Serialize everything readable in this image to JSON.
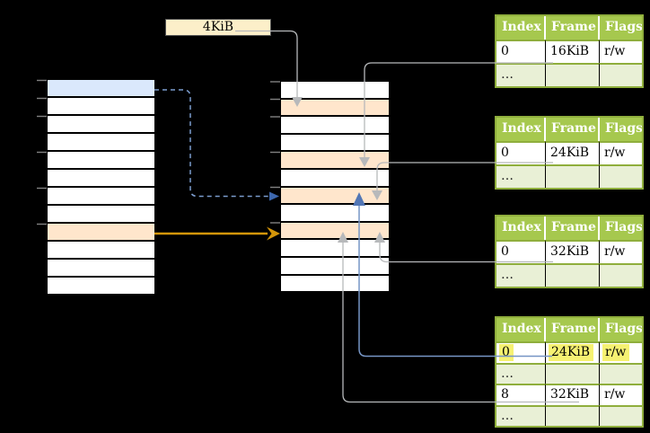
{
  "size_label": "4KiB",
  "colors": {
    "background": "#000000",
    "blue_fill": "#dae8fc",
    "orange_fill": "#ffe6cc",
    "label_fill": "#fcefc9",
    "green_header": "#a6c84e",
    "green_border": "#8fae3c",
    "green_row": "#e9f0d6",
    "highlight": "#f6f172",
    "gray_line": "#b7b9bb",
    "blue_line": "#7695c5",
    "blue_arrow": "#5276b5",
    "dashed_line": "#7b9ccd",
    "dashed_arrow": "#3d67ad",
    "orange_line": "#d4960a",
    "tick": "#808080"
  },
  "page_tables": [
    {
      "headers": [
        "Index",
        "Frame",
        "Flags"
      ],
      "rows": [
        {
          "index": "0",
          "frame": "16KiB",
          "flags": "r/w"
        },
        {
          "index": "…",
          "frame": "",
          "flags": ""
        }
      ]
    },
    {
      "headers": [
        "Index",
        "Frame",
        "Flags"
      ],
      "rows": [
        {
          "index": "0",
          "frame": "24KiB",
          "flags": "r/w"
        },
        {
          "index": "…",
          "frame": "",
          "flags": ""
        }
      ]
    },
    {
      "headers": [
        "Index",
        "Frame",
        "Flags"
      ],
      "rows": [
        {
          "index": "0",
          "frame": "32KiB",
          "flags": "r/w"
        },
        {
          "index": "…",
          "frame": "",
          "flags": ""
        }
      ]
    },
    {
      "headers": [
        "Index",
        "Frame",
        "Flags"
      ],
      "rows": [
        {
          "index": "0",
          "frame": "24KiB",
          "flags": "r/w",
          "highlighted": true
        },
        {
          "index": "…",
          "frame": "",
          "flags": ""
        },
        {
          "index": "8",
          "frame": "32KiB",
          "flags": "r/w"
        },
        {
          "index": "…",
          "frame": "",
          "flags": ""
        }
      ]
    }
  ]
}
